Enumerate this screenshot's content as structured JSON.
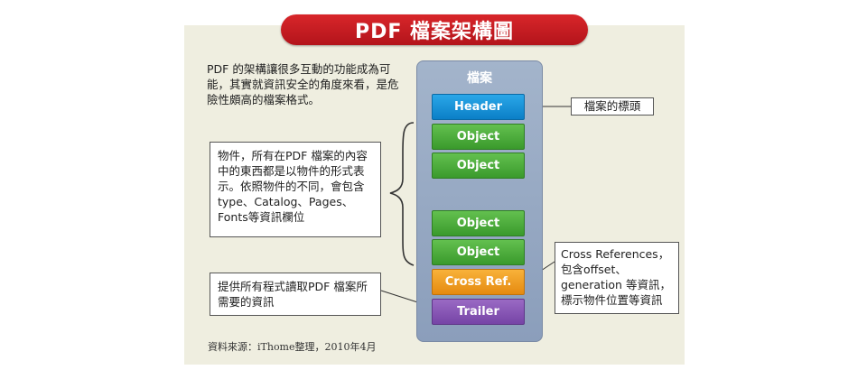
{
  "title": "PDF 檔案架構圖",
  "intro": "PDF 的架構讓很多互動的功能成為可能，其實就資訊安全的角度來看，是危險性頗高的檔案格式。",
  "container_label": "檔案",
  "blocks": {
    "header": "Header",
    "object1": "Object",
    "object2": "Object",
    "object3": "Object",
    "object4": "Object",
    "cross_ref": "Cross Ref.",
    "trailer": "Trailer"
  },
  "callouts": {
    "header": "檔案的標頭",
    "objects": "物件，所有在PDF 檔案的內容中的東西都是以物件的形式表示。依照物件的不同，會包含type、Catalog、Pages、Fonts等資訊欄位",
    "trailer": "提供所有程式讀取PDF 檔案所需要的資訊",
    "cross_ref": "Cross References，包含offset、generation 等資訊，標示物件位置等資訊"
  },
  "source": "資料來源：iThome整理，2010年4月",
  "colors": {
    "title_bg": "#c81e24",
    "panel_bg": "#efeee0",
    "container": "#97a9c3",
    "header": "#1591d8",
    "object": "#4cad3b",
    "cross_ref": "#f09e22",
    "trailer": "#8553b3"
  }
}
